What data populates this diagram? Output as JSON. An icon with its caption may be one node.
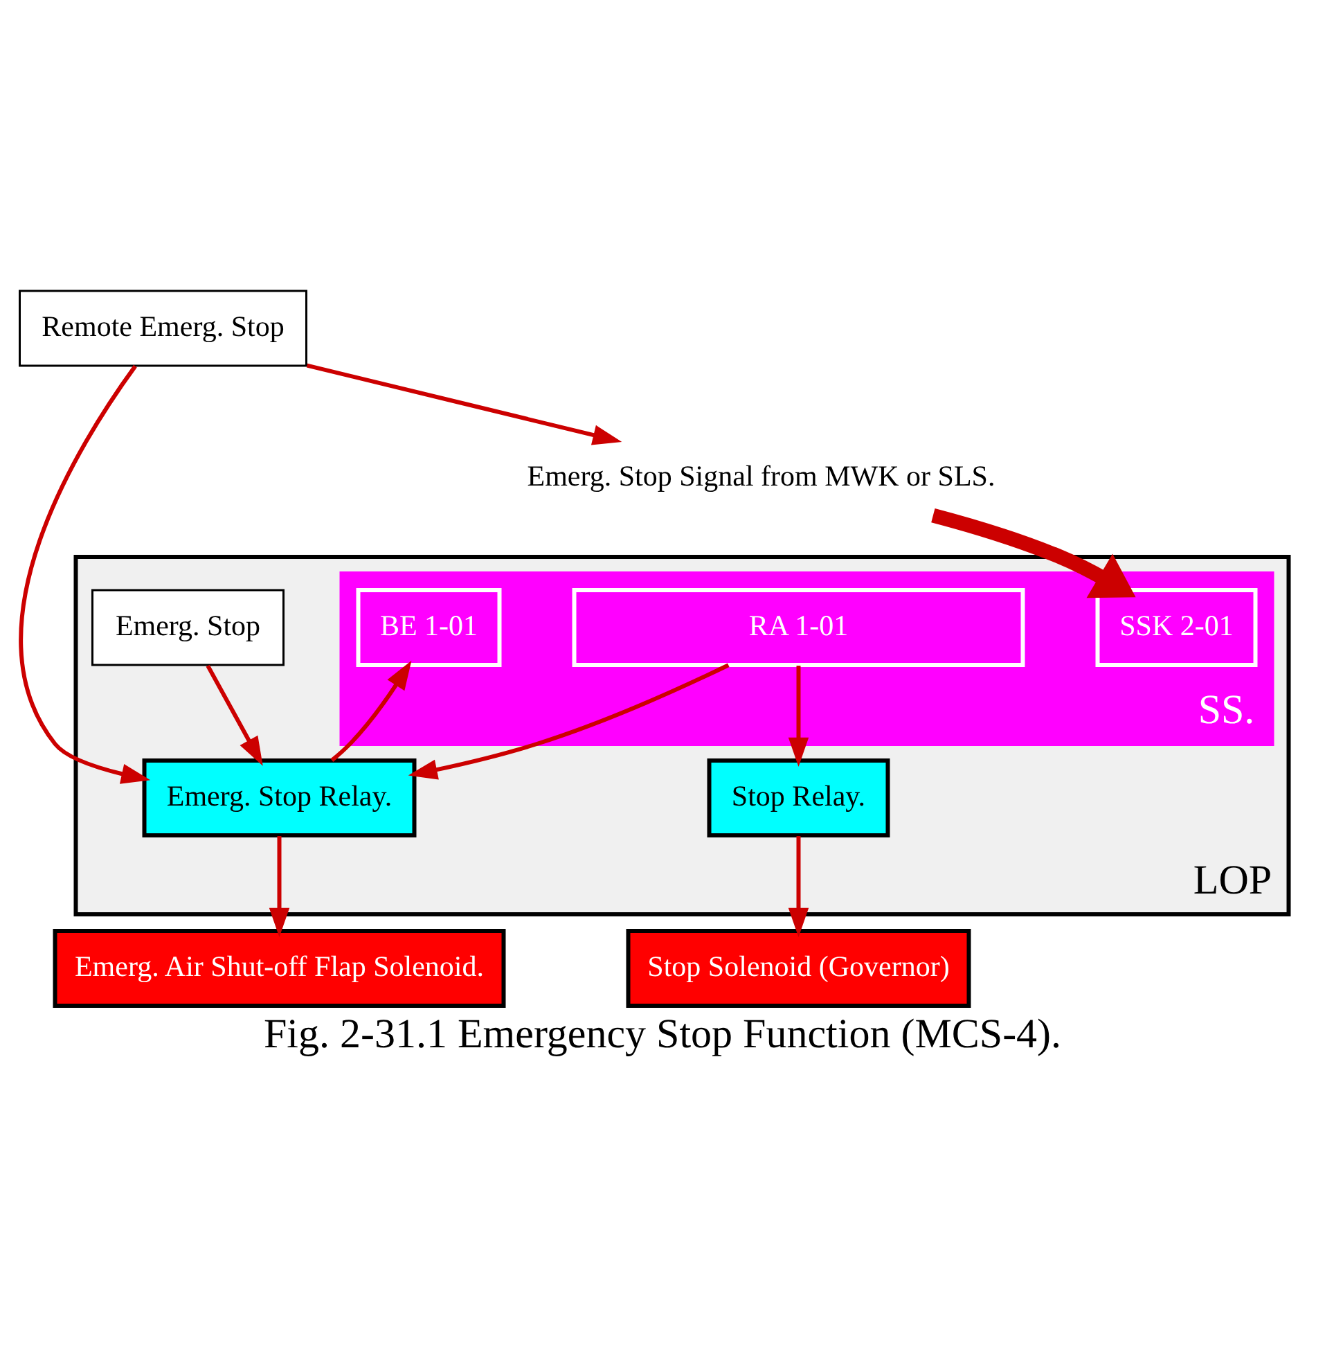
{
  "diagram": {
    "caption": "Fig. 2-31.1 Emergency Stop Function (MCS-4).",
    "nodes": [
      {
        "text": [
          "LOP"
        ]
      },
      {
        "text": [
          "Remote Emerg. Stop"
        ]
      },
      {
        "text": [
          "Emerg. Stop Signal from MWK or SLS."
        ]
      },
      {
        "text": [
          "Emerg. Stop"
        ],
        "in": 0
      },
      {
        "text": [
          "SS."
        ],
        "in": 0
      },
      {
        "text": [
          "SSK 2-01"
        ],
        "in": 4
      },
      {
        "text": [
          "BE 1-01"
        ],
        "in": 4
      },
      {
        "text": [
          "RA 1-01"
        ],
        "in": 4
      },
      {
        "text": [
          "Emerg. Stop Relay."
        ],
        "in": 0
      },
      {
        "text": [
          "Stop Relay."
        ],
        "in": 0
      },
      {
        "text": [
          "Emerg. Air Shut-off Flap Solenoid."
        ]
      },
      {
        "text": [
          "Stop Solenoid (Governor)"
        ]
      }
    ],
    "edges": [
      {
        "from": 1,
        "to": 2,
        "arrow": "to"
      },
      {
        "from": 2,
        "to": 5,
        "arrow": "to",
        "style": "thick"
      },
      {
        "from": 1,
        "to": 8,
        "arrow": "to"
      },
      {
        "from": 3,
        "to": 8,
        "arrow": "to"
      },
      {
        "from": 8,
        "to": 6,
        "arrow": "to"
      },
      {
        "from": 7,
        "to": 8,
        "arrow": "to"
      },
      {
        "from": 7,
        "to": 9,
        "arrow": "to"
      },
      {
        "from": 8,
        "to": 10,
        "arrow": "to"
      },
      {
        "from": 9,
        "to": 11,
        "arrow": "to"
      }
    ]
  }
}
